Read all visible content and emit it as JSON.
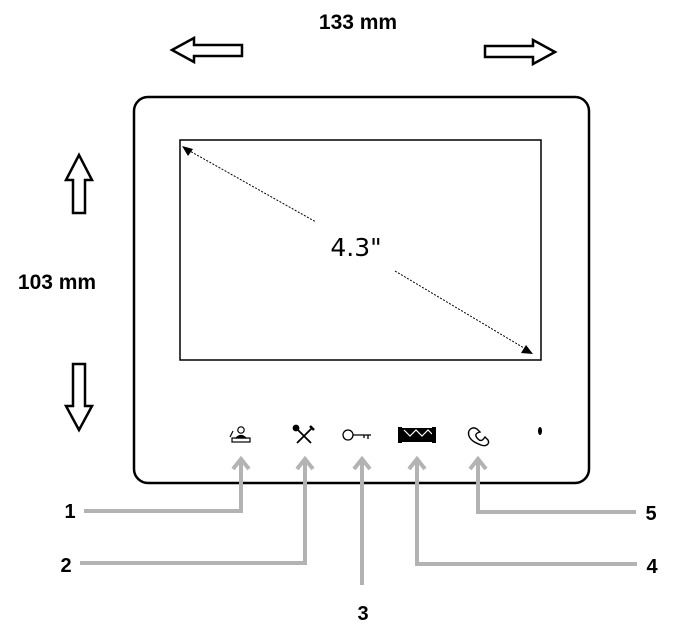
{
  "dimensions": {
    "width_label": "133 mm",
    "height_label": "103 mm"
  },
  "screen": {
    "diagonal_label": "4.3\""
  },
  "buttons": [
    {
      "number": "1",
      "icon": "user-monitor-icon"
    },
    {
      "number": "2",
      "icon": "tools-icon"
    },
    {
      "number": "3",
      "icon": "key-icon"
    },
    {
      "number": "4",
      "icon": "door-gate-icon"
    },
    {
      "number": "5",
      "icon": "handset-icon"
    }
  ],
  "colors": {
    "outline": "#000000",
    "leader_line": "#b3b3b3",
    "background": "#ffffff"
  }
}
